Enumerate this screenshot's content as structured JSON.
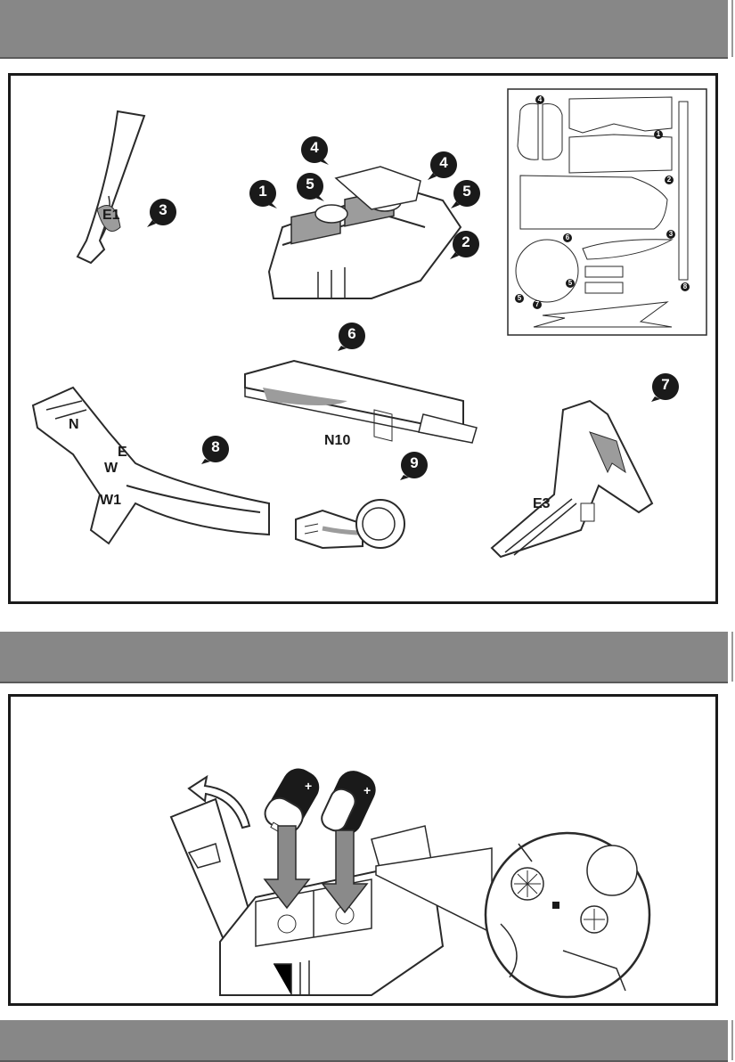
{
  "header_bands": [
    {
      "name": "top-band"
    },
    {
      "name": "middle-band"
    },
    {
      "name": "bottom-band"
    }
  ],
  "parts": {
    "callouts": [
      "1",
      "2",
      "3",
      "4",
      "4",
      "5",
      "5",
      "6",
      "7",
      "8",
      "9"
    ],
    "track_labels": {
      "e1": "E1",
      "n": "N",
      "e": "E",
      "w": "W",
      "w1": "W1",
      "n10": "N10",
      "e3": "E3"
    },
    "sticker_sheet_numbers": [
      "4",
      "1",
      "2",
      "3",
      "6",
      "8",
      "5",
      "5",
      "7"
    ]
  },
  "battery_panel": {
    "battery_polarity": "+",
    "icons": [
      "lift-arrow-icon",
      "insert-arrow-icon",
      "battery-icon",
      "zoom-detail-icon"
    ]
  },
  "colors": {
    "band": "#878787",
    "frame": "#1a1a1a",
    "callout": "#1a1a1a",
    "line_art": "#2a2a2a",
    "shade": "#9c9c9c"
  }
}
